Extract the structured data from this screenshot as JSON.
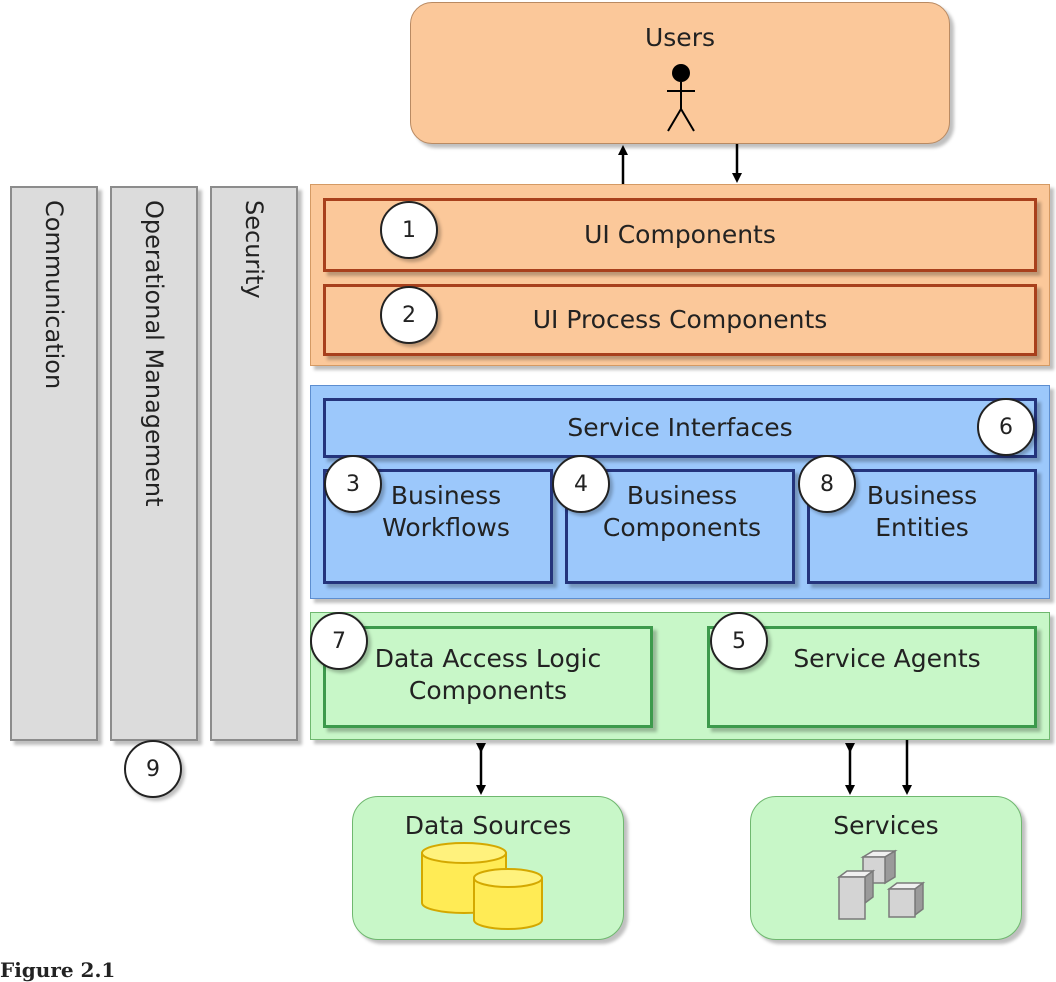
{
  "users": {
    "label": "Users"
  },
  "side_bars": [
    {
      "label": "Communication"
    },
    {
      "label": "Operational Management"
    },
    {
      "label": "Security"
    }
  ],
  "presentation": {
    "ui_components": {
      "number": "1",
      "label": "UI Components"
    },
    "ui_process_components": {
      "number": "2",
      "label": "UI Process Components"
    }
  },
  "business": {
    "service_interfaces": {
      "number": "6",
      "label": "Service Interfaces"
    },
    "workflows": {
      "number": "3",
      "label": "Business Workflows"
    },
    "components": {
      "number": "4",
      "label": "Business Components"
    },
    "entities": {
      "number": "8",
      "label": "Business Entities"
    }
  },
  "data": {
    "data_access": {
      "number": "7",
      "label": "Data Access Logic Components"
    },
    "service_agents": {
      "number": "5",
      "label": "Service Agents"
    }
  },
  "cross_cutting_number": "9",
  "stores": {
    "data_sources": {
      "label": "Data Sources"
    },
    "services": {
      "label": "Services"
    }
  },
  "caption": "Figure 2.1",
  "colors": {
    "orange": "#fbc89a",
    "blue": "#9cc8fb",
    "green": "#c8f7c8",
    "gray": "#dcdcdc"
  },
  "icons": [
    "user-stick-figure-icon",
    "database-cylinders-icon",
    "service-cubes-icon"
  ]
}
